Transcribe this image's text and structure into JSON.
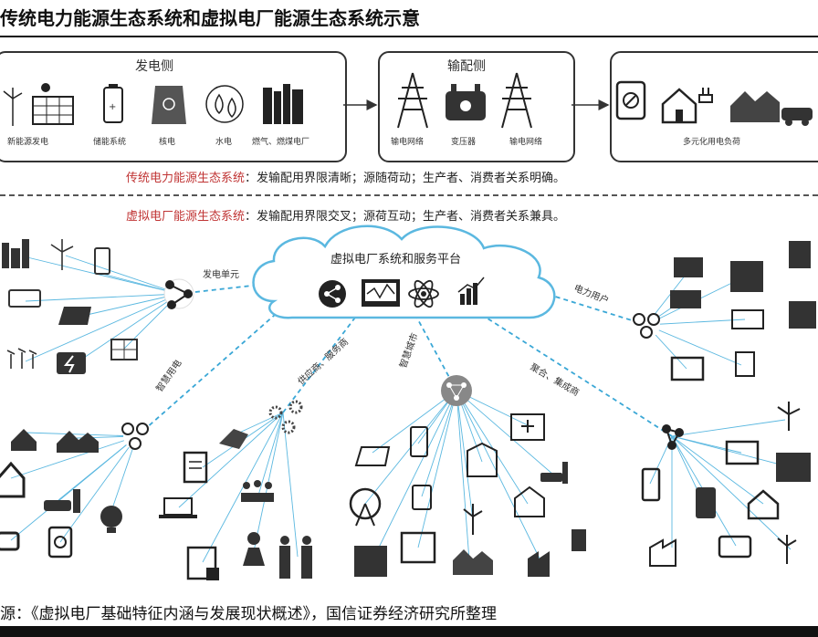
{
  "title": "传统电力能源生态系统和虚拟电厂能源生态系统示意",
  "traditional": {
    "generation": {
      "label": "发电侧",
      "items": [
        {
          "caption": "新能源发电",
          "icon": "wind-solar-icon"
        },
        {
          "caption": "储能系统",
          "icon": "battery-icon"
        },
        {
          "caption": "核电",
          "icon": "nuclear-icon"
        },
        {
          "caption": "水电",
          "icon": "water-drop-icon"
        },
        {
          "caption": "燃气、燃煤电厂",
          "icon": "factory-icon"
        }
      ]
    },
    "transmission": {
      "label": "输配侧",
      "items": [
        {
          "caption": "输电网络",
          "icon": "pylon-icon"
        },
        {
          "caption": "变压器",
          "icon": "transformer-icon"
        },
        {
          "caption": "输电网络",
          "icon": "pylon-icon"
        }
      ]
    },
    "load": {
      "caption": "多元化用电负荷"
    }
  },
  "notes": {
    "traditional_highlight": "传统电力能源生态系统",
    "traditional_text": "：发输配用界限清晰；源随荷动；生产者、消费者关系明确。",
    "vpp_highlight": "虚拟电厂能源生态系统",
    "vpp_text": "：发输配用界限交叉；源荷互动；生产者、消费者关系兼具。"
  },
  "vpp": {
    "cloud_title": "虚拟电厂系统和服务平台",
    "links": {
      "generation_unit": "发电单元",
      "power_user": "电力用户",
      "smart_consumption": "智慧用电",
      "supplier": "供应商、服务商",
      "smart_city": "智慧城市",
      "aggregator": "聚合、集成商"
    }
  },
  "source": "源：《虚拟电厂基础特征内涵与发展现状概述》，国信证券经济研究所整理"
}
